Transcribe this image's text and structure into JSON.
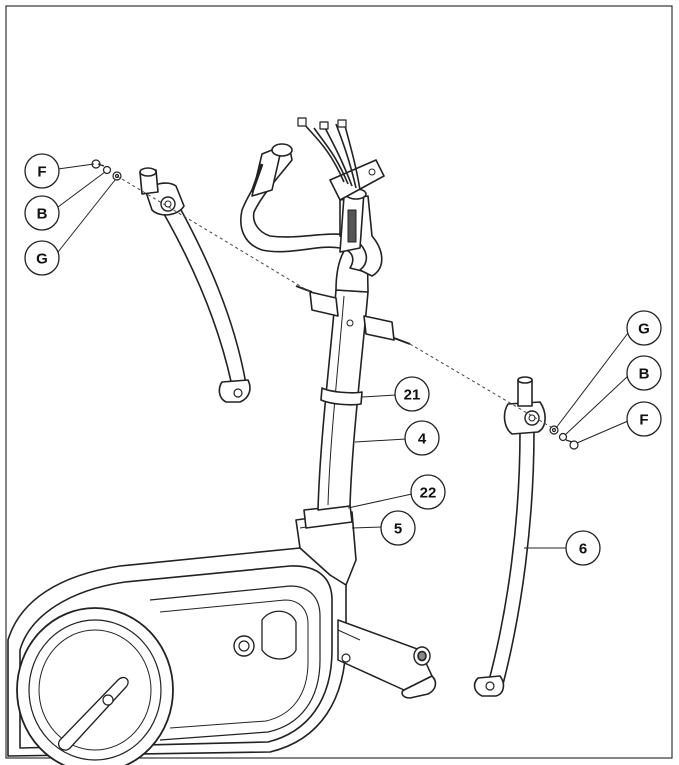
{
  "callouts": {
    "f_left": "F",
    "b_left": "B",
    "g_left": "G",
    "g_right": "G",
    "b_right": "B",
    "f_right": "F",
    "part_21": "21",
    "part_4": "4",
    "part_22": "22",
    "part_5": "5",
    "part_6": "6"
  }
}
